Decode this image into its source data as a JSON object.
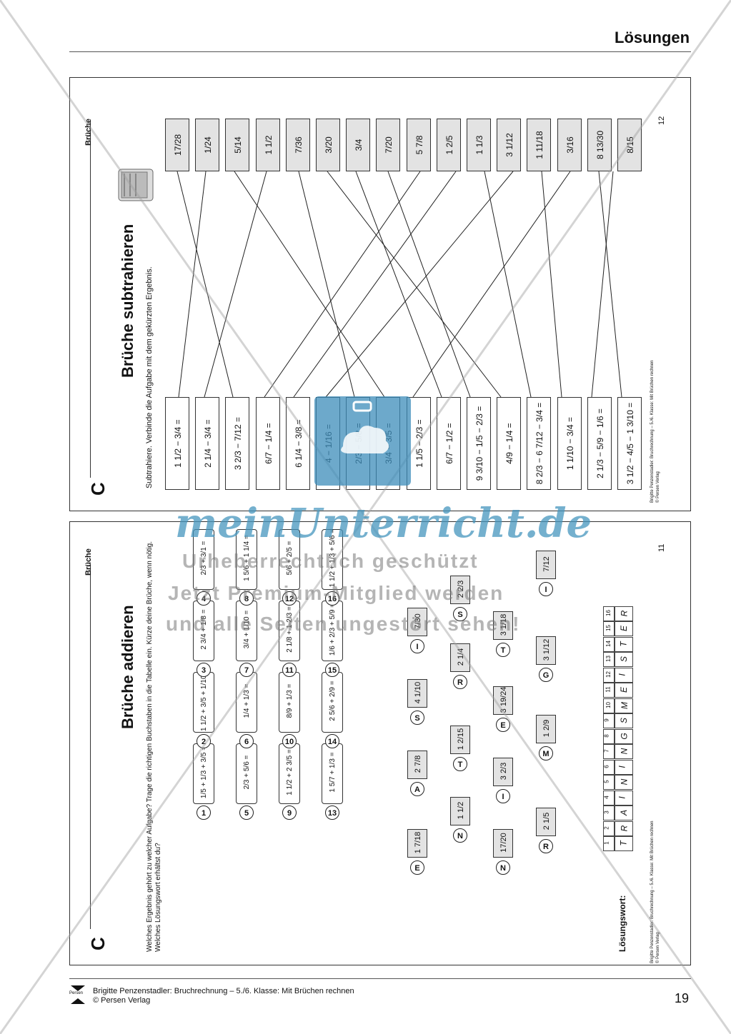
{
  "header": {
    "title": "Lösungen"
  },
  "top_worksheet": {
    "section_letter": "C",
    "category": "Brüche",
    "title": "Brüche subtrahieren",
    "instruction": "Subtrahiere. Verbinde die Aufgabe mit dem gekürzten Ergebnis.",
    "tasks": [
      "1 1/2 − 3/4 =",
      "2 1/4 − 3/4 =",
      "3 2/3 − 7/12 =",
      "6/7 − 1/4 =",
      "6 1/4 − 3/8 =",
      "4 − 1/16 =",
      "2/3 − 5/8 =",
      "3/4 − 3/5 =",
      "1 1/5 − 2/3 =",
      "6/7 − 1/2 =",
      "9 3/10 − 1/5 − 2/3 =",
      "4/9 − 1/4 =",
      "8 2/3 − 6 7/12 − 3/4 =",
      "1 1/10 − 3/4 =",
      "2 1/3 − 5/9 − 1/6 =",
      "3 1/2 − 4/5 − 1 3/10 ="
    ],
    "results": [
      "17/28",
      "1/24",
      "5/14",
      "1 1/2",
      "7/36",
      "3/20",
      "3/4",
      "7/20",
      "5 7/8",
      "1 2/5",
      "1 1/3",
      "3 1/12",
      "1 11/18",
      "3/16",
      "8 13/30",
      "8/15"
    ],
    "page_number": "12",
    "footer_left": "Brigitte Penzenstadler: Bruchrechnung – 5./6. Klasse: Mit Brüchen rechnen",
    "footer_copyright": "© Persen Verlag"
  },
  "bottom_worksheet": {
    "section_letter": "C",
    "category": "Brüche",
    "title": "Brüche addieren",
    "instruction": "Welches Ergebnis gehört zu welcher Aufgabe? Trage die richtigen Buchstaben in die Tabelle ein. Kürze deine Brüche, wenn nötig. Welches Lösungswort erhältst du?",
    "tasks": [
      {
        "n": "1",
        "text": "1/5 + 1/3 + 3/5 ="
      },
      {
        "n": "2",
        "text": "1 1/2 + 3/5 + 1/10 ="
      },
      {
        "n": "3",
        "text": "2 3/4 + 1/8 ="
      },
      {
        "n": "4",
        "text": "2/3 + 3/1 ="
      },
      {
        "n": "5",
        "text": "2/3 + 5/6 ="
      },
      {
        "n": "6",
        "text": "1/4 + 1/3 ="
      },
      {
        "n": "7",
        "text": "3/4 + 1/10 ="
      },
      {
        "n": "8",
        "text": "1 5/6 + 1 1/4 ="
      },
      {
        "n": "9",
        "text": "1 1/2 + 2 3/5 ="
      },
      {
        "n": "10",
        "text": "8/9 + 1/3 ="
      },
      {
        "n": "11",
        "text": "2 1/8 + 1 2/3 ="
      },
      {
        "n": "12",
        "text": "5/6 + 2/5 ="
      },
      {
        "n": "13",
        "text": "1 5/7 + 1/3 ="
      },
      {
        "n": "14",
        "text": "2 5/6 + 2/9 ="
      },
      {
        "n": "15",
        "text": "1/6 + 2/3 + 5/9 ="
      },
      {
        "n": "16",
        "text": "1 1/2 + 1/3 + 5/6 ="
      }
    ],
    "answers": [
      {
        "letter": "E",
        "value": "1 7/18"
      },
      {
        "letter": "A",
        "value": "2 7/8"
      },
      {
        "letter": "S",
        "value": "4 1/10"
      },
      {
        "letter": "I",
        "value": "7/30"
      },
      {
        "letter": "N",
        "value": "1 1/2"
      },
      {
        "letter": "T",
        "value": "1 2/15"
      },
      {
        "letter": "R",
        "value": "2 1/4"
      },
      {
        "letter": "S",
        "value": "2 2/3"
      },
      {
        "letter": "N",
        "value": "17/20"
      },
      {
        "letter": "I",
        "value": "3 2/3"
      },
      {
        "letter": "E",
        "value": "3 19/24"
      },
      {
        "letter": "T",
        "value": "3 1/18"
      },
      {
        "letter": "R",
        "value": "2 1/5"
      },
      {
        "letter": "M",
        "value": "1 2/9"
      },
      {
        "letter": "G",
        "value": "3 1/12"
      },
      {
        "letter": "I",
        "value": "7/12"
      }
    ],
    "solution_label": "Lösungswort:",
    "solution_numbers": [
      "1",
      "2",
      "3",
      "4",
      "5",
      "6",
      "7",
      "8",
      "9",
      "10",
      "11",
      "12",
      "13",
      "14",
      "15",
      "16"
    ],
    "solution_letters": [
      "T",
      "R",
      "A",
      "I",
      "N",
      "I",
      "N",
      "G",
      "S",
      "M",
      "E",
      "I",
      "S",
      "T",
      "E",
      "R"
    ],
    "page_number": "11",
    "footer_left": "Brigitte Penzenstadler: Bruchrechnung – 5./6. Klasse: Mit Brüchen rechnen",
    "footer_copyright": "© Persen Verlag"
  },
  "watermark": {
    "brand": "meinUnterricht.de",
    "line1": "Urheberrechtlich geschützt",
    "line2": "Jetzt Premium-Mitglied werden",
    "line3": "und alle Seiten ungestört sehen!"
  },
  "footer": {
    "publisher_logo": "Persen",
    "line1": "Brigitte Penzenstadler: Bruchrechnung – 5./6. Klasse: Mit Brüchen rechnen",
    "line2": "© Persen Verlag",
    "page_number": "19"
  }
}
